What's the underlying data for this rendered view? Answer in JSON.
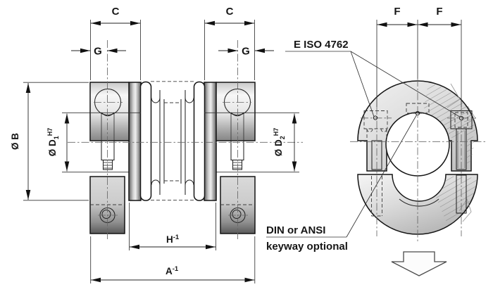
{
  "drawing": {
    "background": "#ffffff",
    "outline_color": "#141414",
    "dim_color": "#222222",
    "metal_light": "#f2f2f2",
    "metal_mid": "#b5b5b5",
    "metal_dark": "#5a5a5a",
    "labels": {
      "c_left": "C",
      "c_right": "C",
      "g_left": "G",
      "g_right": "G",
      "f_left": "F",
      "f_right": "F",
      "b": "Ø B",
      "d1_prefix": "Ø D",
      "d1_sub": "1",
      "d1_sup": "H7",
      "d2_prefix": "Ø D",
      "d2_sub": "2",
      "d2_sup": "H7",
      "h_base": "H",
      "h_sup": "-1",
      "a_base": "A",
      "a_sup": "-1",
      "screw_note": "E ISO 4762",
      "keyway_note_1": "DIN or ANSI",
      "keyway_note_2": "keyway optional"
    }
  }
}
